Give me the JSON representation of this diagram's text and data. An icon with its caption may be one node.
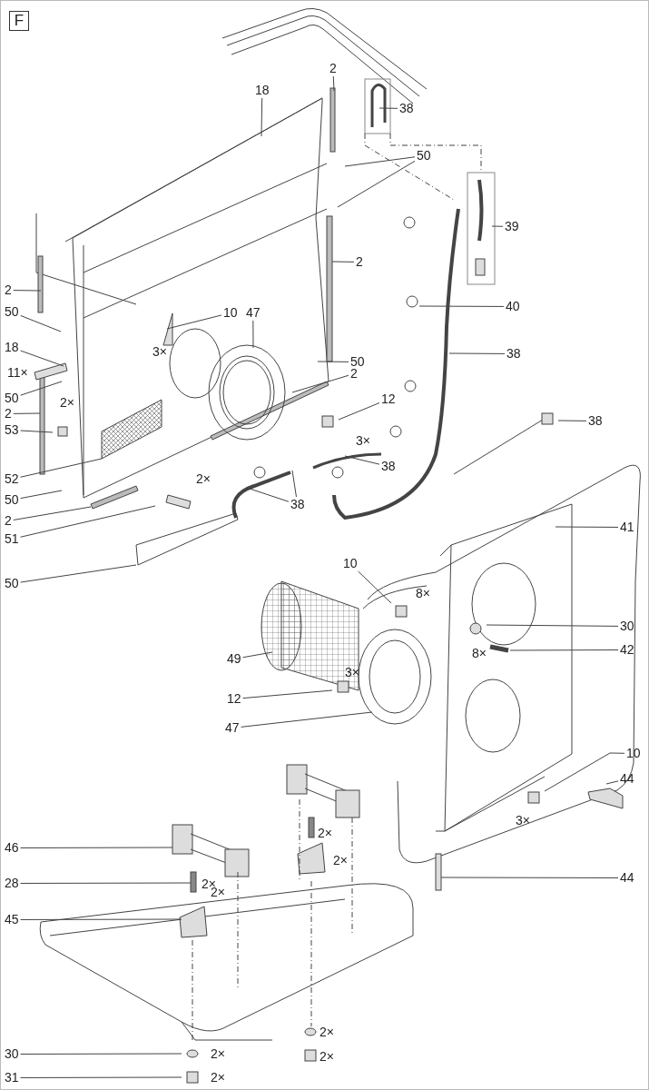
{
  "diagram": {
    "nodes": [
      {
        "text": [
          "F"
        ]
      },
      {
        "text": [
          "2"
        ]
      },
      {
        "text": [
          "18"
        ]
      },
      {
        "text": [
          "38"
        ]
      },
      {
        "text": [
          "50"
        ]
      },
      {
        "text": [
          "39"
        ]
      },
      {
        "text": [
          "2"
        ]
      },
      {
        "text": [
          "2"
        ]
      },
      {
        "text": [
          "40"
        ]
      },
      {
        "text": [
          "50"
        ]
      },
      {
        "text": [
          "10"
        ]
      },
      {
        "text": [
          "47"
        ]
      },
      {
        "text": [
          "18"
        ]
      },
      {
        "text": [
          "38"
        ]
      },
      {
        "text": [
          "50"
        ]
      },
      {
        "text": [
          "2"
        ]
      },
      {
        "text": [
          "50"
        ]
      },
      {
        "text": [
          "2"
        ]
      },
      {
        "text": [
          "53"
        ]
      },
      {
        "text": [
          "12"
        ]
      },
      {
        "text": [
          "38"
        ]
      },
      {
        "text": [
          "38"
        ]
      },
      {
        "text": [
          "52"
        ]
      },
      {
        "text": [
          "50"
        ]
      },
      {
        "text": [
          "2"
        ]
      },
      {
        "text": [
          "38"
        ]
      },
      {
        "text": [
          "51"
        ]
      },
      {
        "text": [
          "41"
        ]
      },
      {
        "text": [
          "50"
        ]
      },
      {
        "text": [
          "10"
        ]
      },
      {
        "text": [
          "30"
        ]
      },
      {
        "text": [
          "42"
        ]
      },
      {
        "text": [
          "49"
        ]
      },
      {
        "text": [
          "12"
        ]
      },
      {
        "text": [
          "47"
        ]
      },
      {
        "text": [
          "10"
        ]
      },
      {
        "text": [
          "44"
        ]
      },
      {
        "text": [
          "46"
        ]
      },
      {
        "text": [
          "44"
        ]
      },
      {
        "text": [
          "28"
        ]
      },
      {
        "text": [
          "45"
        ]
      },
      {
        "text": [
          "30"
        ]
      },
      {
        "text": [
          "31"
        ]
      }
    ],
    "edges": [
      {
        "from": 1,
        "to": null,
        "arrow": "none"
      },
      {
        "from": 2,
        "to": null,
        "arrow": "none"
      },
      {
        "from": 3,
        "to": null,
        "arrow": "none"
      },
      {
        "from": 4,
        "to": null,
        "arrow": "none"
      },
      {
        "from": 4,
        "to": null,
        "arrow": "none"
      },
      {
        "from": 5,
        "to": null,
        "arrow": "none"
      },
      {
        "from": 6,
        "to": null,
        "arrow": "none"
      },
      {
        "from": 7,
        "to": null,
        "arrow": "none"
      },
      {
        "from": 8,
        "to": null,
        "arrow": "none"
      },
      {
        "from": 9,
        "to": null,
        "arrow": "none"
      },
      {
        "from": 10,
        "to": null,
        "arrow": "none"
      },
      {
        "from": 11,
        "to": null,
        "arrow": "none"
      },
      {
        "from": 12,
        "to": null,
        "arrow": "none"
      },
      {
        "from": 13,
        "to": null,
        "arrow": "none"
      },
      {
        "from": 14,
        "to": null,
        "arrow": "none"
      },
      {
        "from": 15,
        "to": null,
        "arrow": "none"
      },
      {
        "from": 16,
        "to": null,
        "arrow": "none"
      },
      {
        "from": 17,
        "to": null,
        "arrow": "none"
      },
      {
        "from": 18,
        "to": null,
        "arrow": "none"
      },
      {
        "from": 19,
        "to": null,
        "arrow": "none"
      },
      {
        "from": 20,
        "to": null,
        "arrow": "none"
      },
      {
        "from": 21,
        "to": null,
        "arrow": "none"
      },
      {
        "from": 22,
        "to": null,
        "arrow": "none"
      },
      {
        "from": 23,
        "to": null,
        "arrow": "none"
      },
      {
        "from": 24,
        "to": null,
        "arrow": "none"
      },
      {
        "from": 25,
        "to": null,
        "arrow": "none"
      },
      {
        "from": 25,
        "to": null,
        "arrow": "none"
      },
      {
        "from": 26,
        "to": null,
        "arrow": "none"
      },
      {
        "from": 27,
        "to": null,
        "arrow": "none"
      },
      {
        "from": 28,
        "to": null,
        "arrow": "none"
      },
      {
        "from": 29,
        "to": null,
        "arrow": "none"
      },
      {
        "from": 30,
        "to": null,
        "arrow": "none"
      },
      {
        "from": 31,
        "to": null,
        "arrow": "none"
      },
      {
        "from": 32,
        "to": null,
        "arrow": "none"
      },
      {
        "from": 33,
        "to": null,
        "arrow": "none"
      },
      {
        "from": 34,
        "to": null,
        "arrow": "none"
      },
      {
        "from": 35,
        "to": null,
        "arrow": "none"
      },
      {
        "from": 36,
        "to": null,
        "arrow": "none"
      },
      {
        "from": 37,
        "to": null,
        "arrow": "none"
      },
      {
        "from": 38,
        "to": null,
        "arrow": "none"
      },
      {
        "from": 39,
        "to": null,
        "arrow": "none"
      },
      {
        "from": 40,
        "to": null,
        "arrow": "none"
      },
      {
        "from": 41,
        "to": null,
        "arrow": "none"
      },
      {
        "from": 42,
        "to": null,
        "arrow": "none"
      }
    ],
    "labels": [
      "3×",
      "11×",
      "2×",
      "3×",
      "2×",
      "8×",
      "8×",
      "3×",
      "3×",
      "2×",
      "2×",
      "2×",
      "2×",
      "2×",
      "2×",
      "2×",
      "2×"
    ]
  }
}
